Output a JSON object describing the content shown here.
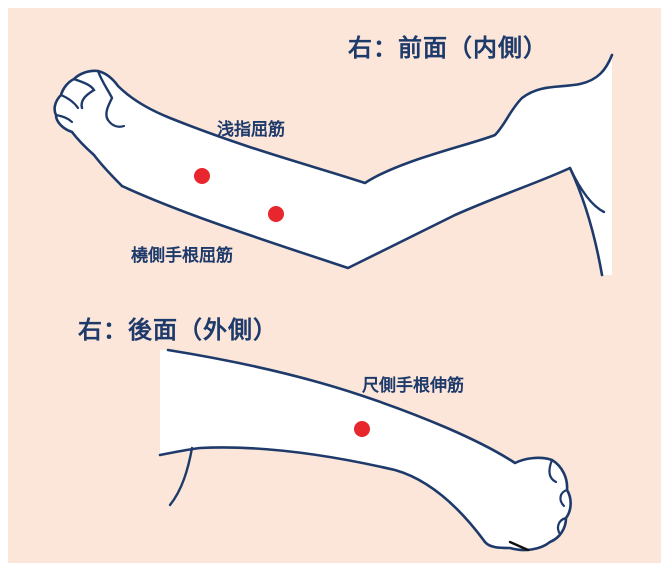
{
  "panels": {
    "front": {
      "title": "右：前面（内側）",
      "muscles": [
        {
          "label": "浅指屈筋"
        },
        {
          "label": "橈側手根屈筋"
        }
      ]
    },
    "back": {
      "title": "右：後面（外側）",
      "muscles": [
        {
          "label": "尺側手根伸筋"
        }
      ]
    }
  },
  "colors": {
    "background": "#fbe6d9",
    "outline": "#1e3a6b",
    "skin": "#ffffff",
    "point": "#e8262d"
  }
}
